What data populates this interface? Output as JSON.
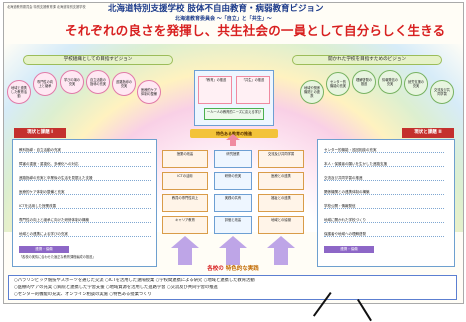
{
  "header": {
    "note": "北海道教育委員会 特別支援教育課 北海道特別支援学校",
    "title1": "北海道特別支援学校 肢体不自由教育・病弱教育ビジョン",
    "title2": "北海道教育委員会 〜「自立」と「共生」〜",
    "slogan": "それぞれの良さを発揮し、共生社会の一員として自分らしく生きる"
  },
  "left_section": {
    "header": "学校組織としての目指すビジョン",
    "circles": [
      "地域と連携した教育活動",
      "専門性の向上と継承",
      "学びの場の充実",
      "自立活動の指導の充実",
      "進路指導の充実",
      "医療的ケア体制の整備"
    ]
  },
  "right_section": {
    "header": "開かれた学校を目指すためのビジョン",
    "circles": [
      "地域や関係機関との連携",
      "センター的機能の充実",
      "理解啓発の推進",
      "情報発信の充実",
      "就労支援の充実",
      "交流及び共同学習"
    ]
  },
  "center": {
    "top_badges": [
      "「教育」の推進",
      "「共生」の推進"
    ],
    "middle_badge": "一人一人の教育的ニーズに応える学び",
    "banner": "特色ある教育の推進"
  },
  "left_panel": {
    "heading": "現状と課題 I",
    "rows": [
      "教科指導・自立活動の充実",
      "障害の重度・重複化、多様化への対応",
      "進路指導の充実と卒業後の生活を見据えた支援",
      "医療的ケア体制の整備と充実",
      "ICTを活用した授業改善",
      "専門性の向上と継承に向けた研修体制の構築",
      "地域との連携による学びの充実"
    ],
    "sub_heading": "連携・協働",
    "bottom_note": "「各校の実情に合わせた適正な教育課程編成の推進」"
  },
  "right_panel": {
    "heading": "現状と課題 II",
    "rows": [
      "センター的機能・巡回相談の充実",
      "本人・保護者の願いを生かした進路支援",
      "交流及び共同学習の推進",
      "関係機関との連携体制の構築",
      "学校公開・情報発信",
      "地域に開かれた学校づくり",
      "保護者や地域への理解啓発"
    ],
    "sub_heading": "連携・協働"
  },
  "center_column": {
    "left_boxes": [
      "授業の改善",
      "ICTの活用",
      "教員の専門性向上",
      "キャリア教育"
    ],
    "right_boxes": [
      "交流及び共同学習",
      "医療との連携",
      "福祉との連携",
      "地域との協働"
    ],
    "mid_boxes": [
      "研究授業",
      "研修の充実",
      "実践の共有",
      "評価と改善"
    ]
  },
  "bottom_band": {
    "label": "各校の",
    "label_accent": "特色的な実践",
    "lines": [
      "○パラリンピック競技やスポーツを通じた交流 ○ICTを活用した遠隔授業 ○学校間連携による研究 ○地域と連携した教育活動",
      "○医療的ケアの充実 ○病院と連携した学習支援 ○地域資源を活用した進路学習 ○交流及び共同学習の推進",
      "○センター的機能の充実、オンライン相談の実施 ○特色ある授業づくり"
    ]
  }
}
